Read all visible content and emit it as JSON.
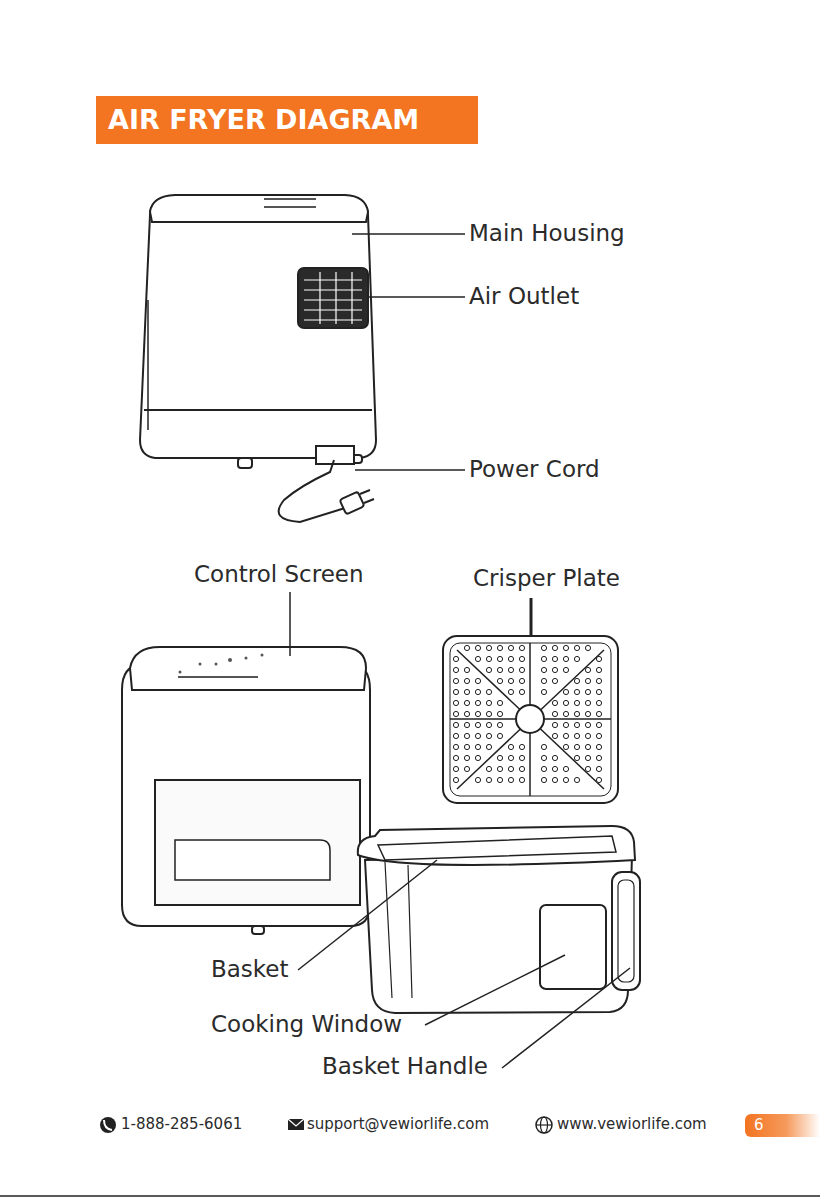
{
  "diagram": {
    "title": "AIR FRYER DIAGRAM",
    "nodes": [
      {
        "text": [
          "6"
        ]
      }
    ],
    "labels": [
      "Main Housing",
      "Air Outlet",
      "Power Cord",
      "Control Screen",
      "Crisper Plate",
      "Basket",
      "Cooking Window",
      "Basket Handle",
      "1-888-285-6061",
      "support@vewiorlife.com",
      "www.vewiorlife.com"
    ]
  }
}
